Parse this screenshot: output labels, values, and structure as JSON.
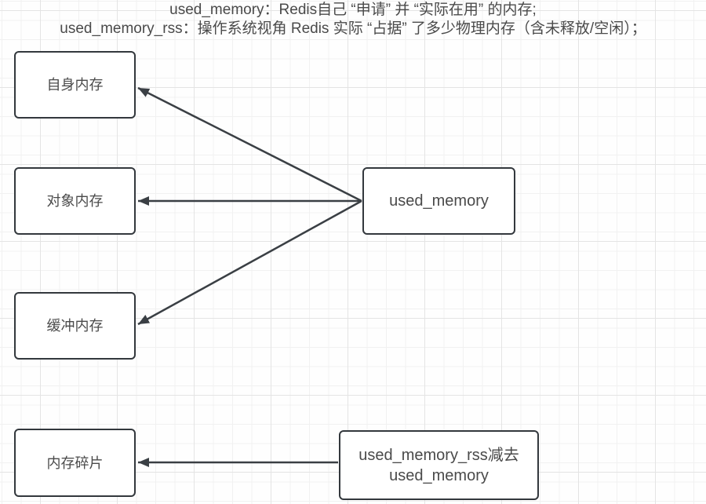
{
  "header": {
    "line1": "used_memory：Redis自己 “申请” 并 “实际在用” 的内存;",
    "line2": "used_memory_rss：操作系统视角 Redis 实际 “占据” 了多少物理内存（含未释放/空闲）；"
  },
  "diagram": {
    "nodes": [
      {
        "id": "self-memory",
        "label": "自身内存"
      },
      {
        "id": "object-memory",
        "label": "对象内存"
      },
      {
        "id": "buffer-memory",
        "label": "缓冲内存"
      },
      {
        "id": "memory-fragment",
        "label": "内存碎片"
      },
      {
        "id": "used-memory",
        "label": "used_memory"
      },
      {
        "id": "rss-minus-used",
        "label_line1": "used_memory_rss减去",
        "label_line2": "used_memory"
      }
    ],
    "edges": [
      {
        "from": "used-memory",
        "to": "self-memory"
      },
      {
        "from": "used-memory",
        "to": "object-memory"
      },
      {
        "from": "used-memory",
        "to": "buffer-memory"
      },
      {
        "from": "rss-minus-used",
        "to": "memory-fragment"
      }
    ]
  },
  "colors": {
    "node-border": "#33383d",
    "arrow": "#3a3f44",
    "text": "#4a4a4a",
    "grid-minor": "#f1f1f1",
    "grid-major": "#e4e4e4",
    "background": "#fefefe"
  }
}
